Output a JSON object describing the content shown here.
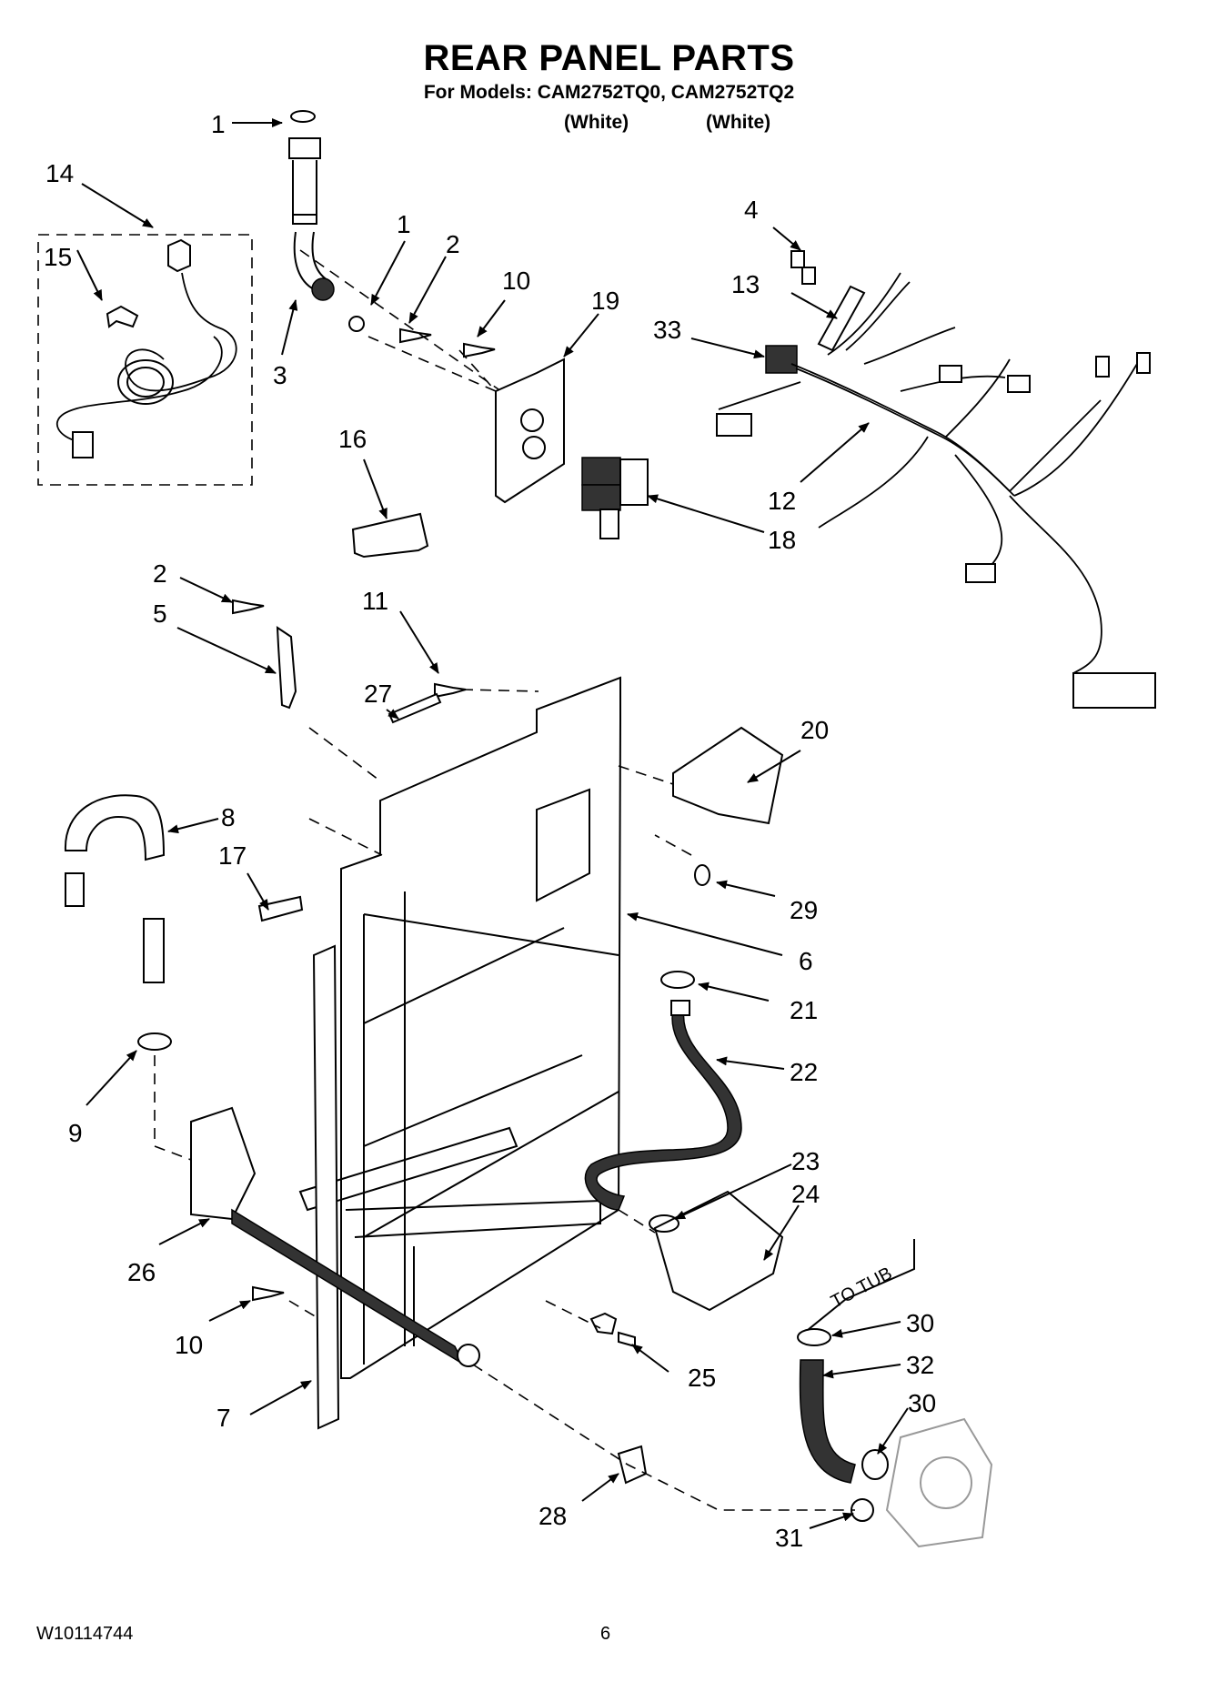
{
  "header": {
    "title": "REAR PANEL PARTS",
    "models_line": "For Models: CAM2752TQ0, CAM2752TQ2",
    "variant_1": "(White)",
    "variant_2": "(White)"
  },
  "diagram": {
    "tub_label": "TO TUB",
    "callouts": [
      {
        "id": "c1a",
        "label": "1"
      },
      {
        "id": "c14",
        "label": "14"
      },
      {
        "id": "c15",
        "label": "15"
      },
      {
        "id": "c1b",
        "label": "1"
      },
      {
        "id": "c2a",
        "label": "2"
      },
      {
        "id": "c10a",
        "label": "10"
      },
      {
        "id": "c19",
        "label": "19"
      },
      {
        "id": "c3",
        "label": "3"
      },
      {
        "id": "c4",
        "label": "4"
      },
      {
        "id": "c13",
        "label": "13"
      },
      {
        "id": "c33",
        "label": "33"
      },
      {
        "id": "c12",
        "label": "12"
      },
      {
        "id": "c18",
        "label": "18"
      },
      {
        "id": "c16",
        "label": "16"
      },
      {
        "id": "c2b",
        "label": "2"
      },
      {
        "id": "c5",
        "label": "5"
      },
      {
        "id": "c11",
        "label": "11"
      },
      {
        "id": "c27",
        "label": "27"
      },
      {
        "id": "c20",
        "label": "20"
      },
      {
        "id": "c8",
        "label": "8"
      },
      {
        "id": "c17",
        "label": "17"
      },
      {
        "id": "c29",
        "label": "29"
      },
      {
        "id": "c6",
        "label": "6"
      },
      {
        "id": "c21",
        "label": "21"
      },
      {
        "id": "c22",
        "label": "22"
      },
      {
        "id": "c9",
        "label": "9"
      },
      {
        "id": "c23",
        "label": "23"
      },
      {
        "id": "c24",
        "label": "24"
      },
      {
        "id": "c26",
        "label": "26"
      },
      {
        "id": "c30a",
        "label": "30"
      },
      {
        "id": "c10b",
        "label": "10"
      },
      {
        "id": "c32",
        "label": "32"
      },
      {
        "id": "c25",
        "label": "25"
      },
      {
        "id": "c30b",
        "label": "30"
      },
      {
        "id": "c7",
        "label": "7"
      },
      {
        "id": "c28",
        "label": "28"
      },
      {
        "id": "c31",
        "label": "31"
      }
    ]
  },
  "footer": {
    "doc_number": "W10114744",
    "page_number": "6"
  }
}
